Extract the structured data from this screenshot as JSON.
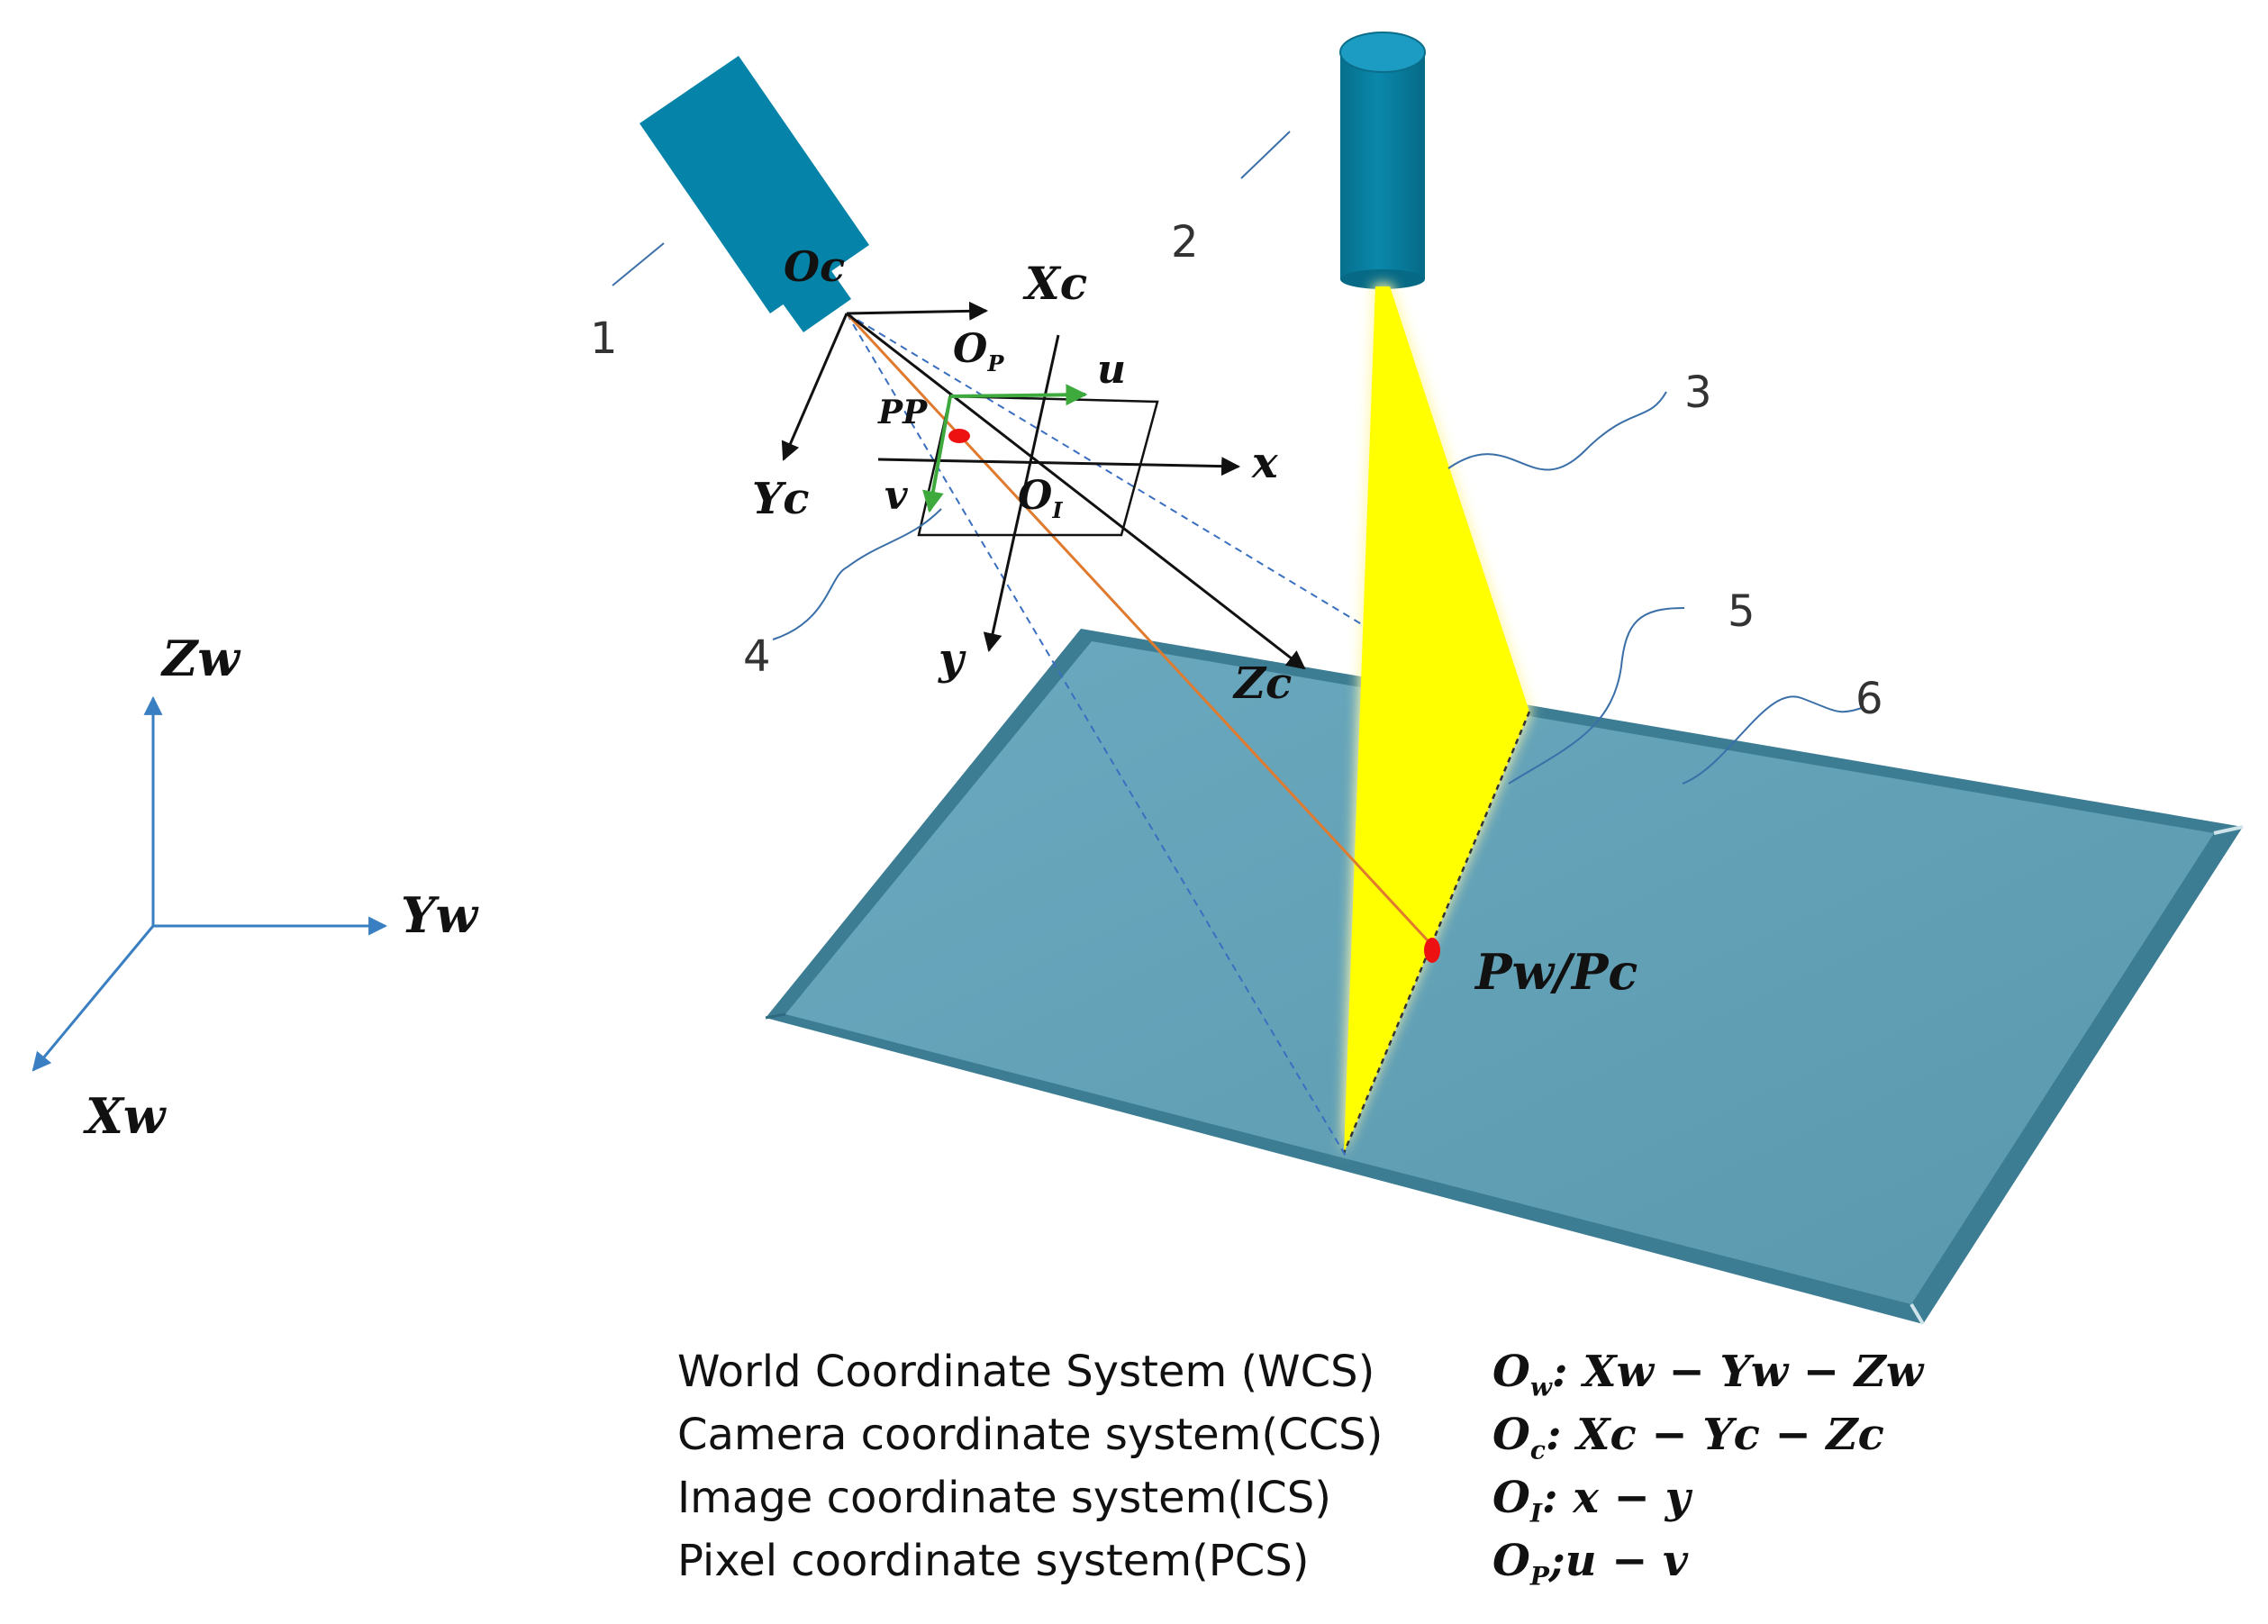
{
  "diagram": {
    "component_numbers": [
      "1",
      "2",
      "3",
      "4",
      "5",
      "6"
    ],
    "labels": {
      "oc": "Oc",
      "xc": "Xc",
      "yc": "Yc",
      "zc": "Zc",
      "op_main": "O",
      "op_sub": "P",
      "oi_main": "O",
      "oi_sub": "I",
      "pp": "PP",
      "u": "u",
      "v": "v",
      "x": "x",
      "y": "y",
      "zw": "Zw",
      "yw": "Yw",
      "xw": "Xw",
      "pw_pc": "Pw/Pc"
    },
    "colors": {
      "camera_body": "#0583a8",
      "laser_body": "#087fa0",
      "laser_plane": "#ffff00",
      "laser_glow": "#fff7a8",
      "work_plate": "#5e9fb5",
      "work_plate_edge": "#3f7f96",
      "world_axes": "#3a7fc2",
      "pixel_axes": "#3eaa3e",
      "ray": "#e07a2e",
      "projection_lines": "#3a6fc0",
      "points": "#ee1111"
    }
  },
  "legend": [
    {
      "name": "World Coordinate System (WCS)",
      "origin": "O",
      "origin_sub": "w",
      "axes": ": Xw − Yw − Zw"
    },
    {
      "name": "Camera coordinate system(CCS)",
      "origin": "O",
      "origin_sub": "c",
      "axes": ": Xc − Yc − Zc"
    },
    {
      "name": "Image coordinate system(ICS)",
      "origin": "O",
      "origin_sub": "I",
      "axes": ": x − y"
    },
    {
      "name": "Pixel coordinate system(PCS)",
      "origin": "O",
      "origin_sub": "P",
      "axes": ";u − v"
    }
  ]
}
